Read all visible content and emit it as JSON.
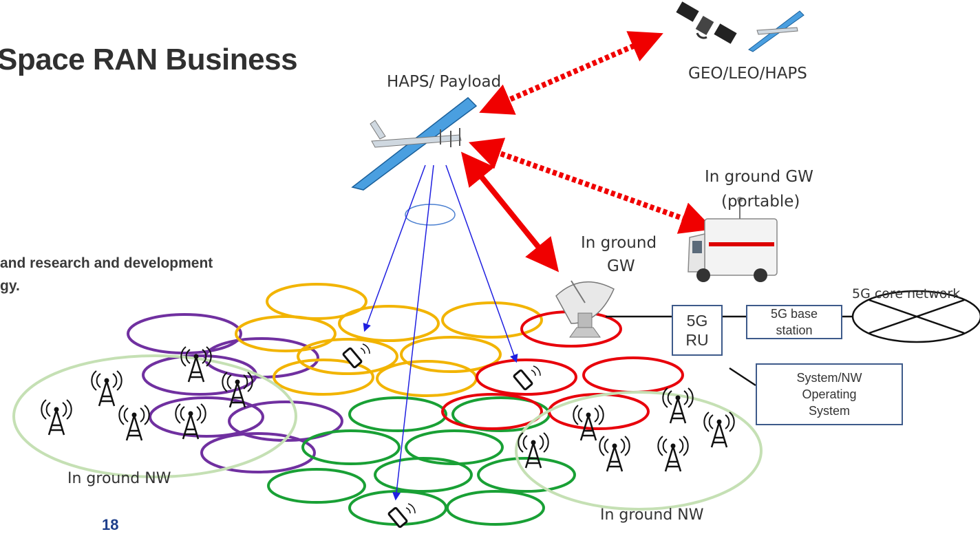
{
  "title": "Space RAN Business",
  "body_text": {
    "line1": "and research and development",
    "line2": "gy."
  },
  "labels": {
    "haps_payload": "HAPS/  Payload",
    "geo_leo_haps": "GEO/LEO/HAPS",
    "gw_portable_1": "In ground GW",
    "gw_portable_2": "(portable)",
    "gw_1": "In ground",
    "gw_2": "GW",
    "nw_left": "In ground NW",
    "nw_right": "In ground NW",
    "core_network": "5G core network"
  },
  "boxes": {
    "ru_1": "5G",
    "ru_2": "RU",
    "bs_1": "5G base",
    "bs_2": "station",
    "os_1": "System/NW",
    "os_2": "Operating",
    "os_3": "System"
  },
  "page_number": "18",
  "colors": {
    "yellow": "#f2b400",
    "red": "#e8000b",
    "green": "#19a035",
    "purple": "#7030a0",
    "light_green": "#c5e0b4",
    "beam": "#1f1fe0",
    "link_red": "#f00000",
    "box_border": "#3d5a8a"
  }
}
